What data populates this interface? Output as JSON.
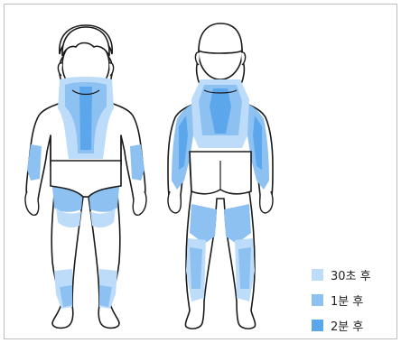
{
  "legend": {
    "items": [
      {
        "label": "30초 후",
        "color": "#bcdcfa"
      },
      {
        "label": "1분 후",
        "color": "#8cc1f2"
      },
      {
        "label": "2분 후",
        "color": "#5ca6ec"
      }
    ]
  },
  "colors": {
    "outline": "#1a1a1a",
    "skin": "#ffffff",
    "light": "#bcdcfa",
    "medium": "#8cc1f2",
    "dark": "#5ca6ec"
  }
}
